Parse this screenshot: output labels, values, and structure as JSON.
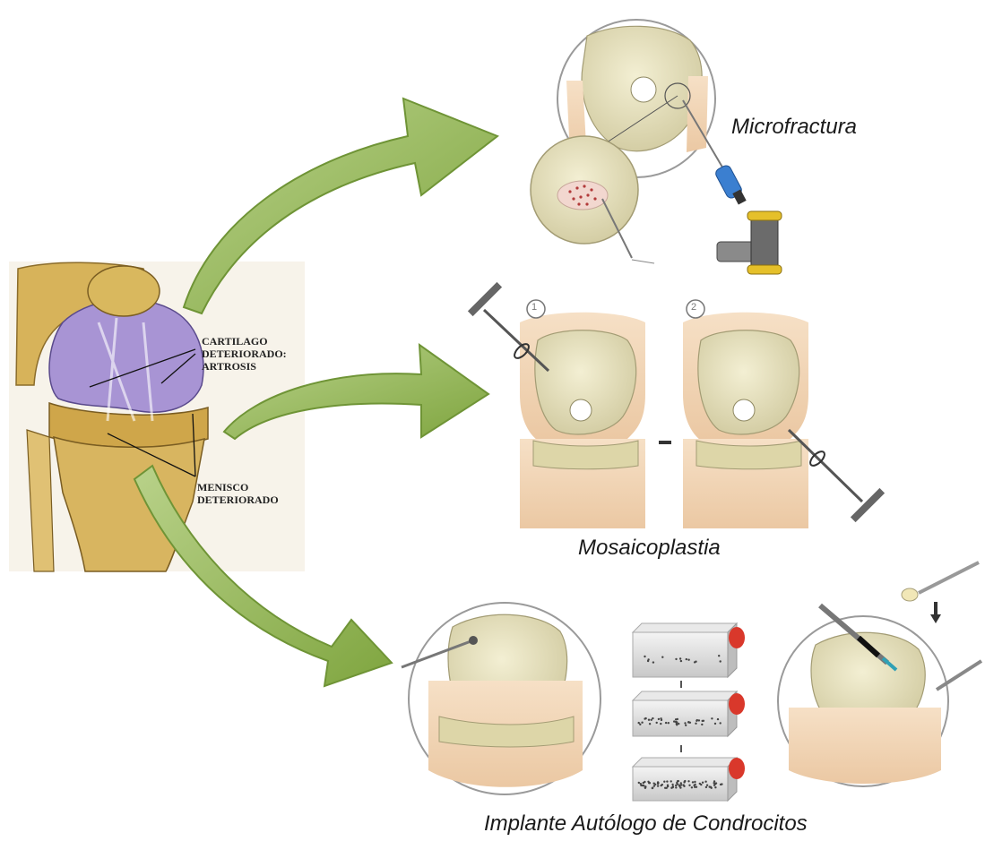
{
  "captions": {
    "microfractura": "Microfractura",
    "mosaicoplastia": "Mosaicoplastia",
    "implante": "Implante Autólogo de Condrocitos"
  },
  "knee_labels": {
    "cartilago": "CARTILAGO\nDETERIORADO:\nARTROSIS",
    "menisco": "MENISCO\nDETERIORADO"
  },
  "step_labels": {
    "step1": "1",
    "step2": "2"
  },
  "colors": {
    "arrow_fill": "#8db24d",
    "arrow_stroke": "#6f9436",
    "bone": "#e8e2bf",
    "bone_shadow": "#c9c39a",
    "skin": "#f1d6b8",
    "knee_purple": "#a58fd0",
    "knee_yellow": "#d6b04a"
  }
}
